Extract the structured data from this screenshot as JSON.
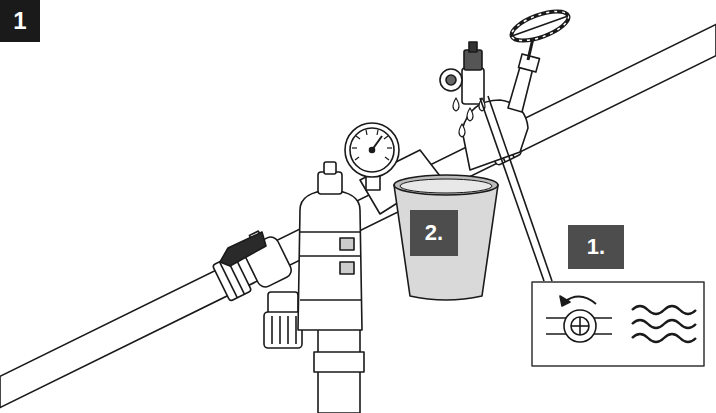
{
  "diagram": {
    "nodes": [
      {
        "text": [
          "1"
        ]
      },
      {
        "text": [
          "2."
        ]
      },
      {
        "text": [
          "1."
        ]
      }
    ]
  }
}
